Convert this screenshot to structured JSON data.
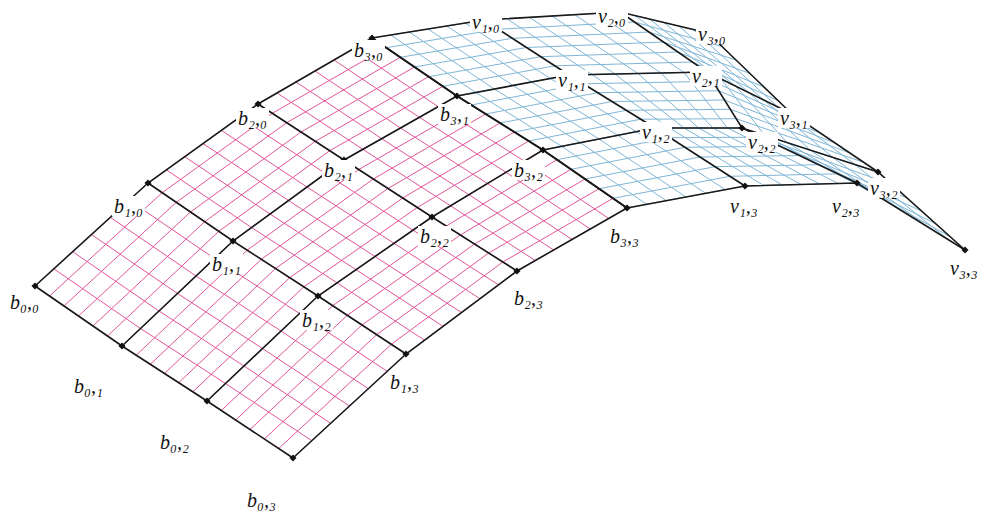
{
  "diagram": {
    "labels": [
      "b₀,₀",
      "b₁,₀",
      "b₂,₀",
      "b₃,₀",
      "b₀,₁",
      "b₁,₁",
      "b₂,₁",
      "b₃,₁",
      "b₀,₂",
      "b₁,₂",
      "b₂,₂",
      "b₃,₂",
      "b₀,₃",
      "b₁,₃",
      "b₂,₃",
      "b₃,₃",
      "v₁,₀",
      "v₂,₀",
      "v₃,₀",
      "v₁,₁",
      "v₂,₁",
      "v₃,₁",
      "v₁,₂",
      "v₂,₂",
      "v₃,₂",
      "v₁,₃",
      "v₂,₃",
      "v₃,₃"
    ]
  }
}
